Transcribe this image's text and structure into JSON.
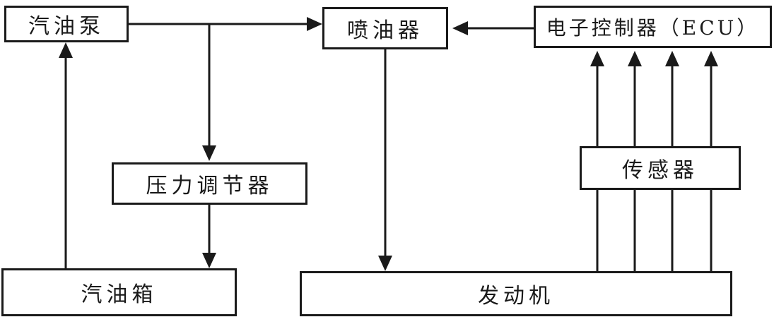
{
  "diagram": {
    "nodes": {
      "fuel_pump": "汽油泵",
      "injector": "喷油器",
      "ecu": "电子控制器（ECU）",
      "pressure_regulator": "压力调节器",
      "sensor": "传感器",
      "fuel_tank": "汽油箱",
      "engine": "发动机"
    },
    "edges": [
      {
        "from": "fuel_tank",
        "to": "fuel_pump"
      },
      {
        "from": "fuel_pump",
        "to": "injector"
      },
      {
        "from": "fuel_pump",
        "to": "pressure_regulator"
      },
      {
        "from": "pressure_regulator",
        "to": "fuel_tank"
      },
      {
        "from": "ecu",
        "to": "injector"
      },
      {
        "from": "injector",
        "to": "engine"
      },
      {
        "from": "engine",
        "to": "ecu",
        "count": 4
      }
    ],
    "line_color": "#1a1a1a"
  }
}
